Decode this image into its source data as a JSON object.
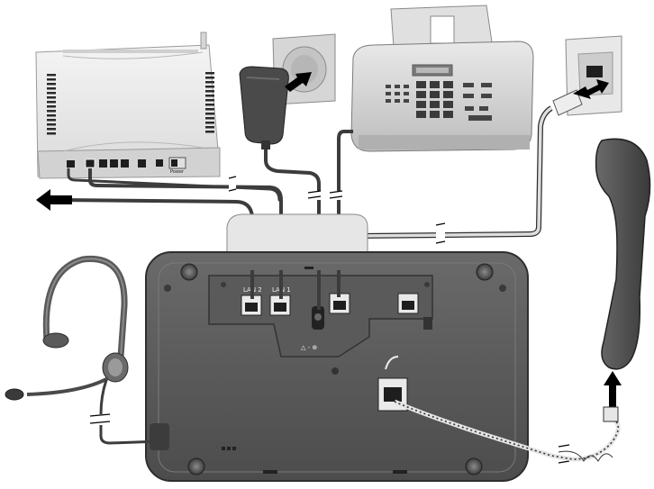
{
  "diagram": {
    "ports": {
      "lan2": "LAN 2",
      "lan1": "LAN 1",
      "power_symbol": "△ - ⊕"
    },
    "router_power_label": "Power",
    "colors": {
      "background": "#ffffff",
      "base_body": "#5a5a5a",
      "base_dark": "#444444",
      "cable": "#3c3c3c",
      "cable_light": "#d8d8d8",
      "device_light": "#e6e6e6",
      "handset": "#4c4c4c"
    }
  }
}
